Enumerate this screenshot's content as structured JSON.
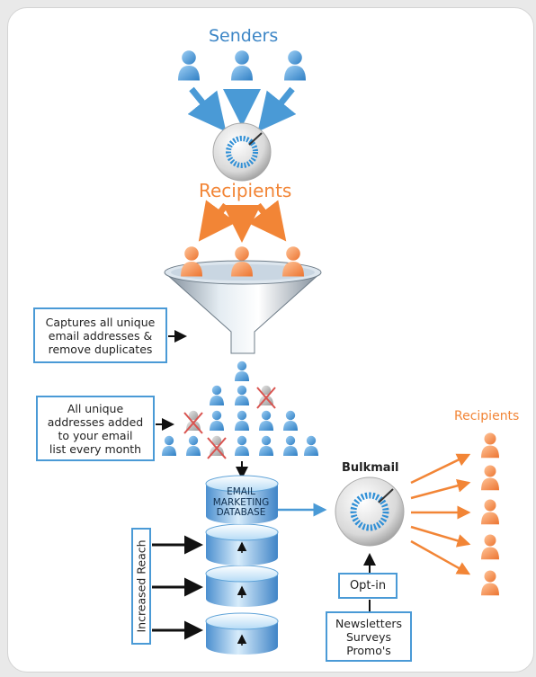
{
  "colors": {
    "sender_blue": "#3d86c6",
    "recipient_orange": "#f28536",
    "note_border": "#4a9ad6",
    "arrow_black": "#111111",
    "strike_red": "#d9534f"
  },
  "labels": {
    "senders": "Senders",
    "recipients_top": "Recipients",
    "recipients_right": "Recipients",
    "bulkmail": "Bulkmail",
    "database": "EMAIL\nMARKETING\nDATABASE",
    "increased_reach": "Increased Reach"
  },
  "notes": {
    "captures": "Captures all unique\nemail addresses &\nremove duplicates",
    "unique": "All unique\naddresses added\nto your email\nlist every month",
    "optin": "Opt-in",
    "sources": "Newsletters\nSurveys\nPromo's"
  },
  "icons": {
    "sender": "person-blue-icon",
    "recipient": "person-orange-icon",
    "duplicate": "person-grey-crossed-icon",
    "server": "mail-server-dial-icon",
    "funnel": "funnel-icon",
    "disk": "database-disk-icon"
  }
}
